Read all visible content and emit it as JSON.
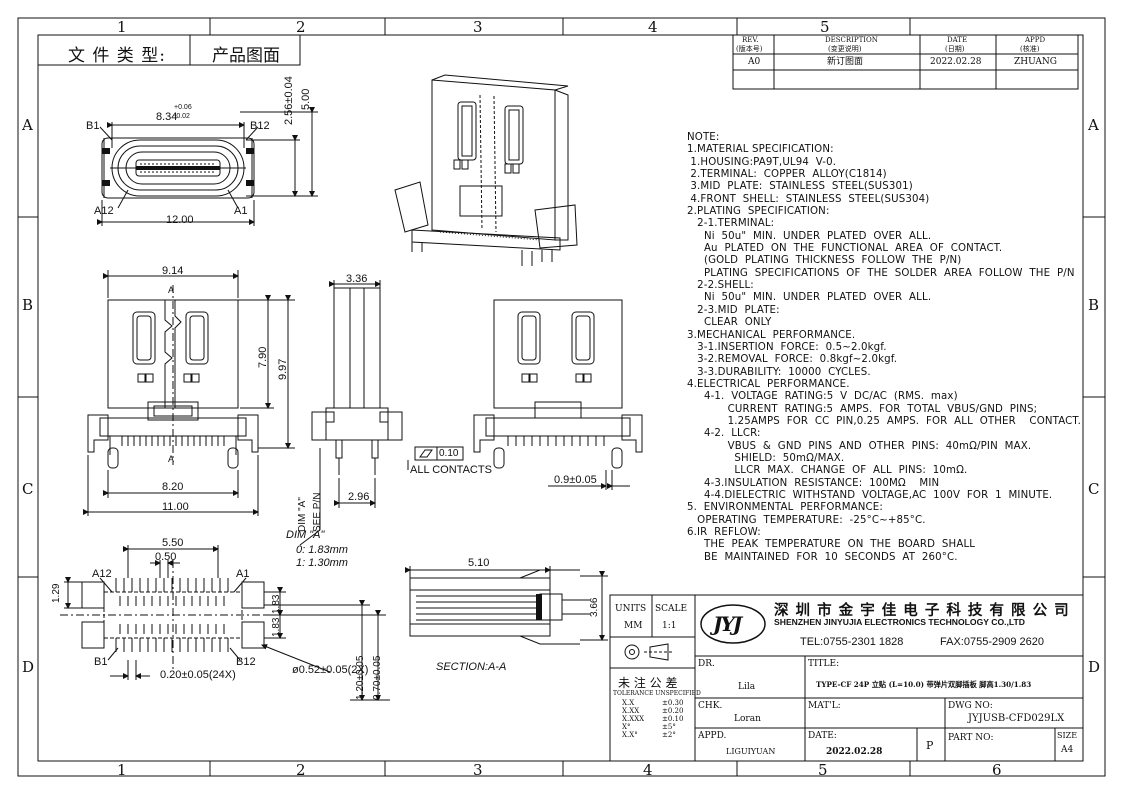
{
  "header": {
    "doc_type_label": "文 件 类 型:",
    "doc_type_value": "产品图面"
  },
  "grid": {
    "cols": [
      "1",
      "2",
      "3",
      "4",
      "5",
      "6"
    ],
    "rows": [
      "A",
      "B",
      "C",
      "D"
    ]
  },
  "revision_table": {
    "headers": [
      {
        "en": "REV.",
        "cn": "(版本号)"
      },
      {
        "en": "DESCRIPTION",
        "cn": "(变更说明)"
      },
      {
        "en": "DATE",
        "cn": "(日期)"
      },
      {
        "en": "APPD",
        "cn": "(核准)"
      }
    ],
    "row": {
      "rev": "A0",
      "desc": "新订图面",
      "date": "2022.02.28",
      "appd": "ZHUANG"
    }
  },
  "dims": {
    "top_view": {
      "w_inner": "8.34",
      "w_tol_up": "+0.06",
      "w_tol_dn": "-0.02",
      "h1": "2.56±0.04",
      "h2": "5.00",
      "w_total": "12.00",
      "b1": "B1",
      "b12": "B12",
      "a12": "A12",
      "a1": "A1"
    },
    "front_view": {
      "width": "9.14",
      "h1": "7.90",
      "h2": "9.97",
      "base": "8.20",
      "total": "11.00",
      "sec": "A"
    },
    "side_view": {
      "width": "3.36",
      "dim_a": "DIM \"A\"",
      "see_pn": "SEE P/N",
      "pitch": "2.96",
      "flat": "0.10",
      "all_contacts": "ALL CONTACTS"
    },
    "dim_a_table": {
      "title": "DIM  \"A\"",
      "row0": "0:  1.83mm",
      "row1": "1:  1.30mm"
    },
    "rear_view": {
      "dim": "0.9±0.05"
    },
    "footprint": {
      "w1": "5.50",
      "w2": "0.50",
      "h_left": "1.29",
      "h_r1": "1.83",
      "h_r2": "1.83",
      "pitch": "0.20±0.05(24X)",
      "hole": "ø0.52±0.05(2X)",
      "h_v1": "1.20±0.05",
      "h_v2": "0.70±0.05",
      "a12": "A12",
      "a1": "A1",
      "b1": "B1",
      "b12": "B12"
    },
    "section": {
      "w": "5.10",
      "h": "3.66",
      "label": "SECTION:A-A"
    }
  },
  "notes": [
    "NOTE:",
    "1.MATERIAL SPECIFICATION:",
    " 1.HOUSING:PA9T,UL94  V-0.",
    " 2.TERMINAL:  COPPER  ALLOY(C1814)",
    " 3.MID  PLATE:  STAINLESS  STEEL(SUS301)",
    " 4.FRONT  SHELL:  STAINLESS  STEEL(SUS304)",
    "2.PLATING  SPECIFICATION:",
    "   2-1.TERMINAL:",
    "     Ni  50u\"  MIN.  UNDER  PLATED  OVER  ALL.",
    "     Au  PLATED  ON  THE  FUNCTIONAL  AREA  OF  CONTACT.",
    "     (GOLD  PLATING  THICKNESS  FOLLOW  THE  P/N)",
    "     PLATING  SPECIFICATIONS  OF  THE  SOLDER  AREA  FOLLOW  THE  P/N",
    "   2-2.SHELL:",
    "     Ni  50u\"  MIN.  UNDER  PLATED  OVER  ALL.",
    "   2-3.MID  PLATE:",
    "     CLEAR  ONLY",
    "3.MECHANICAL  PERFORMANCE.",
    "   3-1.INSERTION  FORCE:  0.5~2.0kgf.",
    "   3-2.REMOVAL  FORCE:  0.8kgf~2.0kgf.",
    "   3-3.DURABILITY:  10000  CYCLES.",
    "4.ELECTRICAL  PERFORMANCE.",
    "     4-1.  VOLTAGE  RATING:5  V  DC/AC  (RMS.  max)",
    "            CURRENT  RATING:5  AMPS.  FOR  TOTAL  VBUS/GND  PINS;",
    "            1.25AMPS  FOR  CC  PIN,0.25  AMPS.  FOR  ALL  OTHER    CONTACT.",
    "     4-2.  LLCR:",
    "            VBUS  &  GND  PINS  AND  OTHER  PINS:  40mΩ/PIN  MAX.",
    "              SHIELD:  50mΩ/MAX.",
    "              LLCR  MAX.  CHANGE  OF  ALL  PINS:  10mΩ.",
    "     4-3.INSULATION  RESISTANCE:  100MΩ    MIN",
    "     4-4.DIELECTRIC  WITHSTAND  VOLTAGE,AC  100V  FOR  1  MINUTE.",
    "5.  ENVIRONMENTAL  PERFORMANCE:",
    "   OPERATING  TEMPERATURE:  -25°C~+85°C.",
    "6.IR  REFLOW:",
    "     THE  PEAK  TEMPERATURE  ON  THE  BOARD  SHALL",
    "     BE  MAINTAINED  FOR  10  SECONDS  AT  260°C."
  ],
  "title_block": {
    "units_label": "UNITS",
    "units_value": "MM",
    "scale_label": "SCALE",
    "scale_value": "1:1",
    "logo_text": "JYJ",
    "company_cn": "深 圳 市 金 宇 佳 电 子 科 技 有 限 公 司",
    "company_en": "SHENZHEN JINYUJIA ELECTRONICS TECHNOLOGY CO.,LTD",
    "tel": "TEL:0755-2301 1828",
    "fax": "FAX:0755-2909 2620",
    "tol_cn": "未 注 公 差",
    "tol_en": "TOLERANCE UNSPECIFIED",
    "tolerances": [
      {
        "k": "X.X",
        "v": "±0.30"
      },
      {
        "k": "X.XX",
        "v": "±0.20"
      },
      {
        "k": "X.XXX",
        "v": "±0.10"
      },
      {
        "k": "X°",
        "v": "±5°"
      },
      {
        "k": "X.X°",
        "v": "±2°"
      }
    ],
    "dr_label": "DR.",
    "dr_value": "Lila",
    "chk_label": "CHK.",
    "chk_value": "Loran",
    "appd_label": "APPD.",
    "appd_value": "LIGUIYUAN",
    "title_label": "TITLE:",
    "title_value": "TYPE-CF 24P 立贴 (L=10.0) 带弹片双脚插板 脚高1.30/1.83",
    "mat_label": "MAT'L:",
    "dwg_label": "DWG NO:",
    "dwg_value": "JYJUSB-CFD029LX",
    "date_label": "DATE:",
    "date_value": "2022.02.28",
    "p_label": "P",
    "part_label": "PART  NO:",
    "size_label": "SIZE",
    "size_value": "A4"
  }
}
